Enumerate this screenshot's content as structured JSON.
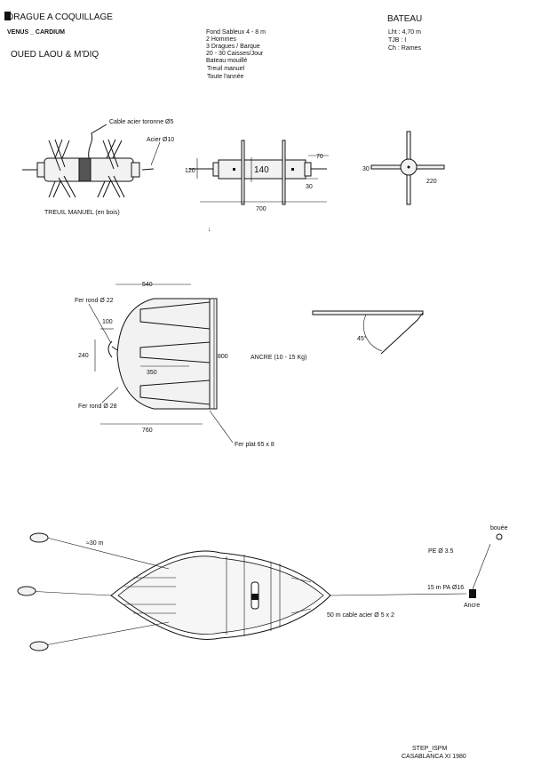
{
  "header": {
    "title": "DRAGUE A COQUILLAGE",
    "species": "VENUS _ CARDIUM",
    "location": "OUED LAOU & M'DIQ"
  },
  "notes": [
    "Fond Sableux  4 - 8 m",
    "2 Hommes",
    "3 Dragues / Barque",
    "20 - 30 Caisses/Jour",
    "Bateau mouillé",
    "Treuil manuel",
    "Toute l'année"
  ],
  "bateau": {
    "title": "BATEAU",
    "lines": [
      "Lht : 4,70 m",
      "TJB : I",
      "Ch : Rames"
    ]
  },
  "winch": {
    "cable_label": "Cable acier toronne Ø5",
    "axle_label": "Acier Ø10",
    "caption": "TREUIL MANUEL (en bois)",
    "dim_120": "120",
    "dim_140": "140",
    "dim_70": "70",
    "dim_30": "30",
    "dim_700": "700",
    "end_dim_30": "30",
    "end_dim_220": "220"
  },
  "dredge": {
    "dim_540": "540",
    "dim_100": "100",
    "dim_240": "240",
    "dim_350": "350",
    "dim_800": "800",
    "dim_760": "760",
    "fer_rond_22": "Fer rond Ø 22",
    "fer_rond_28": "Fer rond Ø 28",
    "fer_plat": "Fer plat 65 x 8"
  },
  "anchor": {
    "label": "ANCRE (10 - 15 Kg)",
    "angle": "45°"
  },
  "rigging": {
    "tow_length": "≈30 m",
    "cable": "50 m  cable acier Ø 5 x 2",
    "rope": "15 m  PA Ø16",
    "buoy_line": "PE Ø 3.5",
    "buoy": "bouée",
    "anchor": "Ancre"
  },
  "footer": {
    "org": "STEP_ISPM",
    "place_date": "CASABLANCA XI 1980"
  }
}
